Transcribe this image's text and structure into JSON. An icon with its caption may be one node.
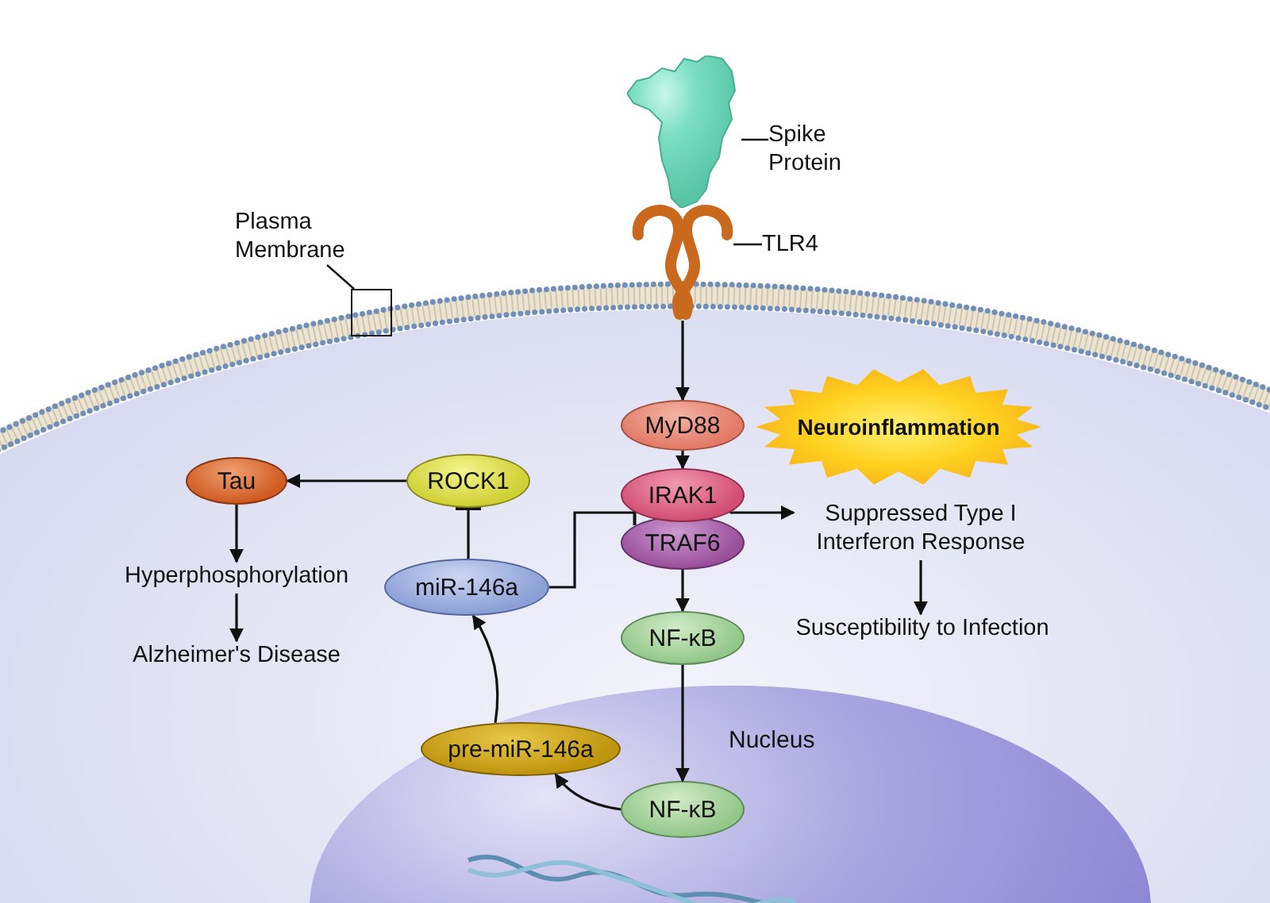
{
  "diagram": {
    "nodes": [
      {
        "text": [],
        "shape": "picture"
      },
      {
        "text": [
          "Spike Protein"
        ]
      },
      {
        "text": [],
        "shape": "picture"
      },
      {
        "text": [
          "TLR4"
        ]
      },
      {
        "text": [
          "Plasma Membrane"
        ]
      },
      {
        "text": [],
        "shape": "box"
      },
      {
        "text": [
          "MyD88"
        ]
      },
      {
        "text": [
          "Neuroinflammation"
        ]
      },
      {
        "text": [
          "IRAK1"
        ]
      },
      {
        "text": [
          "TRAF6"
        ]
      },
      {
        "text": [
          "NF-κB"
        ]
      },
      {
        "text": [
          "ROCK1"
        ]
      },
      {
        "text": [
          "Tau"
        ]
      },
      {
        "text": [
          "Hyperphosphorylation"
        ]
      },
      {
        "text": [
          "Alzheimer's Disease"
        ]
      },
      {
        "text": [
          "miR-146a"
        ]
      },
      {
        "text": [
          "Suppressed Type I Interferon Response"
        ]
      },
      {
        "text": [
          "Susceptibility to Infection"
        ]
      },
      {
        "text": [
          "Nucleus"
        ]
      },
      {
        "text": [
          "pre-miR-146a"
        ],
        "in": 18
      },
      {
        "text": [
          "NF-κB"
        ],
        "in": 18
      }
    ],
    "edges": [
      {
        "from": 1,
        "to": 0,
        "arrow": "none"
      },
      {
        "from": 3,
        "to": 2,
        "arrow": "none"
      },
      {
        "from": 4,
        "to": 5,
        "arrow": "none"
      },
      {
        "from": 2,
        "to": 6,
        "arrow": "to"
      },
      {
        "from": 6,
        "to": 8,
        "arrow": "to"
      },
      {
        "from": 8,
        "to": 16,
        "arrow": "to"
      },
      {
        "from": 16,
        "to": 17,
        "arrow": "to"
      },
      {
        "from": 9,
        "to": 10,
        "arrow": "to"
      },
      {
        "from": 10,
        "to": 20,
        "arrow": "to"
      },
      {
        "from": 20,
        "to": 19,
        "arrow": "to"
      },
      {
        "from": 19,
        "to": 15,
        "arrow": "to"
      },
      {
        "from": 15,
        "to": 11,
        "arrow": "other"
      },
      {
        "from": 15,
        "to": 8,
        "arrow": "other"
      },
      {
        "from": 11,
        "to": 12,
        "arrow": "to"
      },
      {
        "from": 12,
        "to": 13,
        "arrow": "to"
      },
      {
        "from": 13,
        "to": 14,
        "arrow": "to"
      }
    ]
  }
}
